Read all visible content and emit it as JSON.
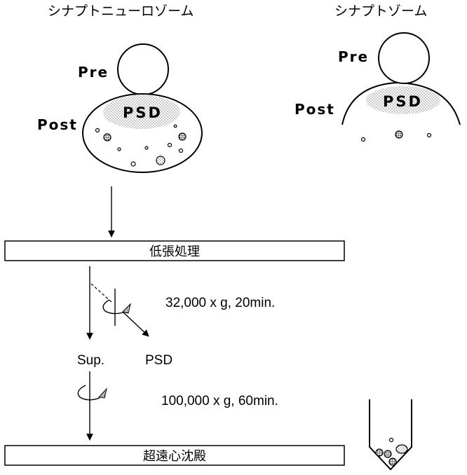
{
  "titles": {
    "synaptoneurosome": "シナプトニューロゾーム",
    "synaptosome": "シナプトゾーム"
  },
  "labels": {
    "pre": "Pre",
    "post": "Post",
    "psd": "PSD"
  },
  "steps": {
    "hypotonic": "低張処理",
    "ultracentrifugation": "超遠心沈殿"
  },
  "conditions": {
    "spin1": "32,000 x g, 20min.",
    "spin2": "100,000 x g, 60min."
  },
  "fractions": {
    "sup": "Sup.",
    "psd": "PSD"
  }
}
